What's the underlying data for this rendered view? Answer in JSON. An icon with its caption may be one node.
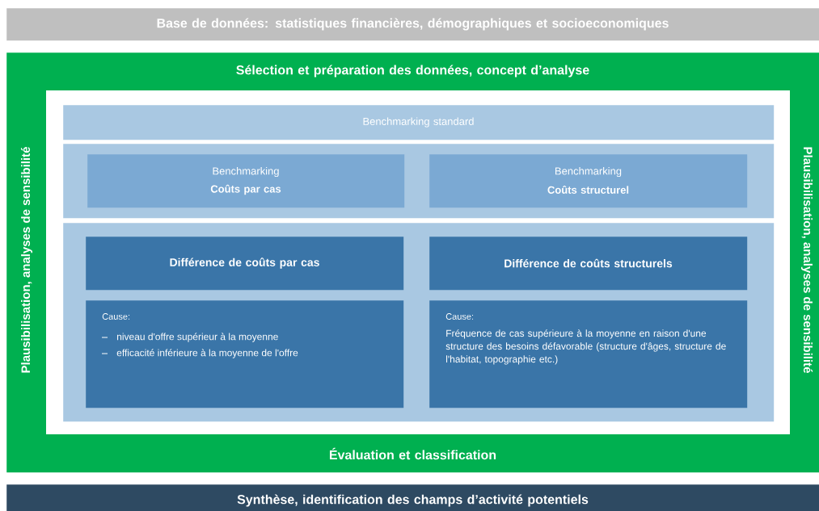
{
  "diagram": {
    "nodes": [
      {
        "text": [
          "Base de données: statistiques financières, démographiques et socioeconomiques"
        ]
      },
      {
        "text": [
          "Sélection et préparation des données, concept d’analyse",
          "Évaluation et classification",
          "Plausibilisation, analyses de sensibilité",
          "Plausibilisation, analyses de sensibilité"
        ]
      },
      {
        "text": [
          "Benchmarking standard"
        ],
        "in": 1
      },
      {
        "text": [],
        "shape": "box",
        "in": 1
      },
      {
        "text": [
          "Benchmarking",
          "Coûts par cas"
        ],
        "in": 3
      },
      {
        "text": [
          "Benchmarking",
          "Coûts structurel"
        ],
        "in": 3
      },
      {
        "text": [],
        "shape": "box",
        "in": 1
      },
      {
        "text": [
          "Différence de coûts par cas"
        ],
        "in": 6
      },
      {
        "text": [
          "Différence de coûts structurels"
        ],
        "in": 6
      },
      {
        "text": [
          "Cause:",
          "niveau d'offre supérieur à la moyenne",
          "efficacité inférieure à la moyenne de l'offre"
        ],
        "in": 6
      },
      {
        "text": [
          "Cause:",
          "Fréquence de cas supérieure à la moyenne en raison d'une structure des besoins défavorable (structure d'âges, structure de l'habitat, topographie etc.)"
        ],
        "in": 6
      },
      {
        "text": [
          "Synthèse, identification des champs d’activité potentiels"
        ]
      }
    ],
    "edges": []
  }
}
